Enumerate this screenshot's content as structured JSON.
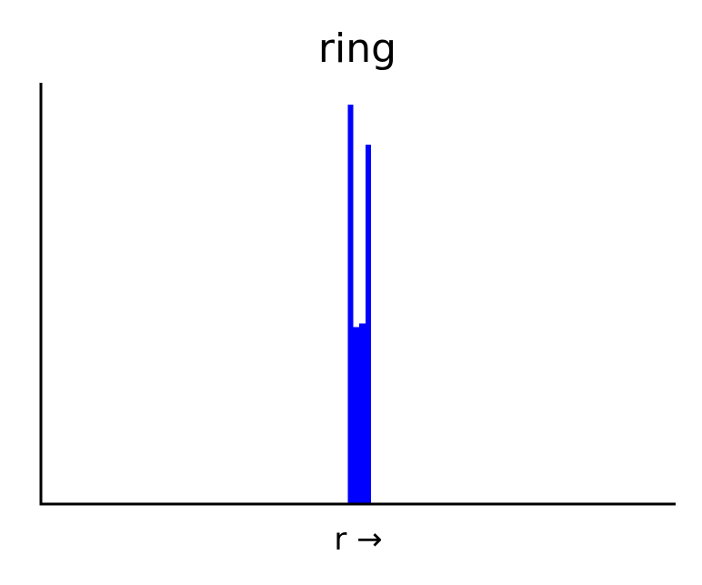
{
  "chart_data": {
    "type": "histogram",
    "title": "ring",
    "xlabel": "r →",
    "ylabel": "",
    "xlim": [
      0,
      90
    ],
    "ylim": [
      0,
      100
    ],
    "bar_color": "#0000ff",
    "grid": false,
    "x_ticks_visible": false,
    "y_ticks_visible": false,
    "bins": [
      {
        "x0": 43.5,
        "x1": 44.3,
        "value": 100
      },
      {
        "x0": 44.3,
        "x1": 45.1,
        "value": 44.3
      },
      {
        "x0": 45.1,
        "x1": 46.0,
        "value": 45.2
      },
      {
        "x0": 46.0,
        "x1": 46.8,
        "value": 90
      }
    ]
  }
}
